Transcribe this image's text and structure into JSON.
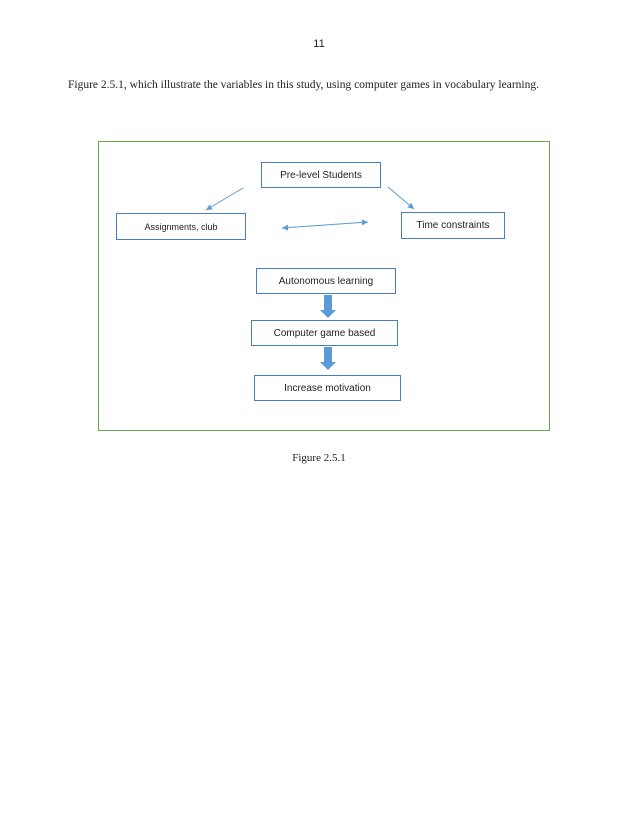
{
  "page": {
    "number": "11"
  },
  "intro": {
    "text": "Figure 2.5.1, which illustrate the variables in this study, using computer games in vocabulary learning."
  },
  "diagram": {
    "nodes": {
      "pre_level_students": "Pre-level Students",
      "assignments_club": "Assignments, club",
      "time_constraints": "Time constraints",
      "autonomous_learning": "Autonomous learning",
      "computer_game_based": "Computer game based",
      "increase_motivation": "Increase motivation"
    },
    "colors": {
      "frame_border": "#6aa84f",
      "box_border": "#4a7ebb",
      "arrow": "#5b9bd5"
    }
  },
  "caption": {
    "text": "Figure 2.5.1"
  }
}
